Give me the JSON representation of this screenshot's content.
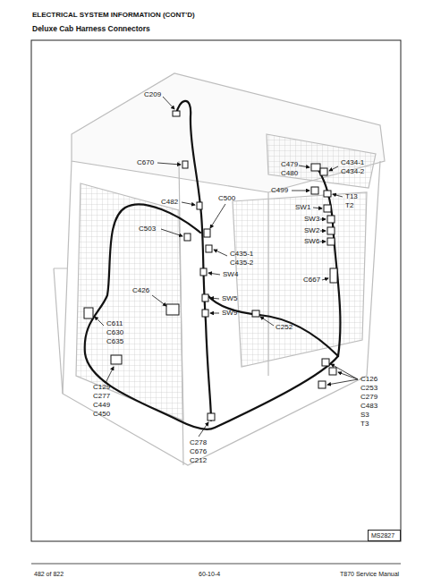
{
  "diagram": {
    "title": "ELECTRICAL SYSTEM INFORMATION (CONT'D)",
    "nodes": [
      {
        "text": [
          "MS2827"
        ]
      }
    ],
    "labels": [
      "Deluxe Cab Harness Connectors",
      "C209",
      "C670",
      "C482",
      "C503",
      "C500",
      "C435-1",
      "C435-2",
      "SW4",
      "C426",
      "SW5",
      "SW9",
      "C252",
      "C611",
      "C630",
      "C635",
      "C129",
      "C277",
      "C449",
      "C450",
      "C278",
      "C676",
      "C212",
      "C479",
      "C480",
      "C434-1",
      "C434-2",
      "C499",
      "T13",
      "T2",
      "SW1",
      "SW3",
      "SW2",
      "SW6",
      "C667",
      "C126",
      "C253",
      "C279",
      "C483",
      "S3",
      "T3",
      "482 of 822",
      "60-10-4",
      "T870 Service Manual"
    ]
  }
}
